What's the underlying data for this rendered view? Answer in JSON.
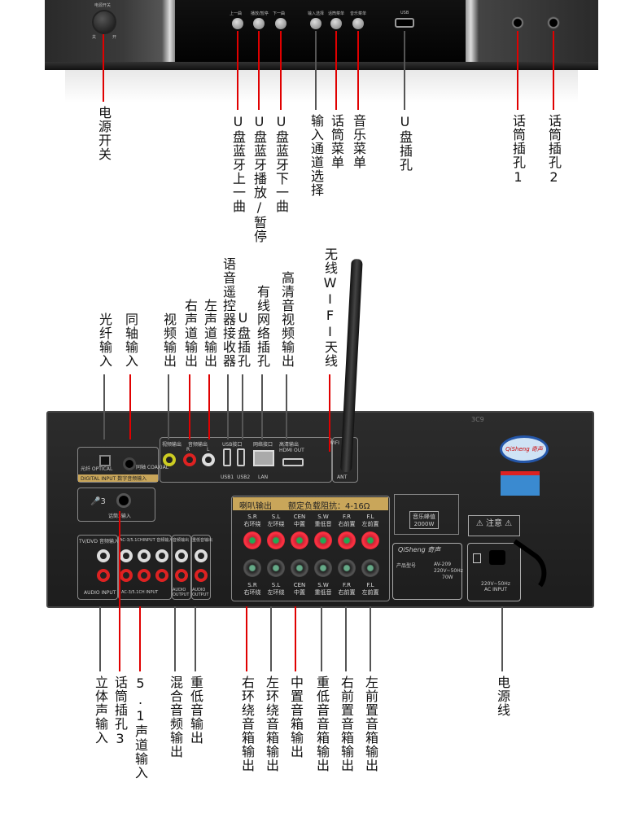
{
  "front_panel": {
    "power_label": "电源开关",
    "power_marks": [
      "关",
      "开"
    ],
    "button_labels": [
      "上一曲",
      "播放/暂停",
      "下一曲",
      "输入选择",
      "话筒菜单",
      "音乐菜单"
    ],
    "usb_label": "USB"
  },
  "top_callouts": [
    {
      "text": "电源开关",
      "color": "#e00000"
    },
    {
      "text": "U盘蓝牙上一曲",
      "color": "#e00000"
    },
    {
      "text": "U盘蓝牙播放/暂停",
      "color": "#e00000"
    },
    {
      "text": "U盘蓝牙下一曲",
      "color": "#e00000"
    },
    {
      "text": "输入通道选择",
      "color": "#555555"
    },
    {
      "text": "话筒菜单",
      "color": "#e00000"
    },
    {
      "text": "音乐菜单",
      "color": "#e00000"
    },
    {
      "text": "U盘插孔",
      "color": "#555555"
    },
    {
      "text": "话筒插孔1",
      "color": "#e00000"
    },
    {
      "text": "话筒插孔2",
      "color": "#e00000"
    }
  ],
  "middle_callouts": [
    {
      "text": "光纤输入",
      "color": "#555555"
    },
    {
      "text": "同轴输入",
      "color": "#e00000"
    },
    {
      "text": "视频输出",
      "color": "#555555"
    },
    {
      "text": "右声道输出",
      "color": "#e00000"
    },
    {
      "text": "左声道输出",
      "color": "#e00000"
    },
    {
      "text": "语音遥控器接收器",
      "color": "#555555"
    },
    {
      "text": "U盘插孔",
      "color": "#555555"
    },
    {
      "text": "有线网络插孔",
      "color": "#555555"
    },
    {
      "text": "高清音视频输出",
      "color": "#555555"
    },
    {
      "text": "无线WIFI天线",
      "color": "#e00000"
    }
  ],
  "bottom_callouts": [
    {
      "text": "立体声输入",
      "color": "#555555"
    },
    {
      "text": "话筒插孔3",
      "color": "#e00000"
    },
    {
      "text": "5.1声道输入",
      "color": "#e00000"
    },
    {
      "text": "混合音频输出",
      "color": "#555555"
    },
    {
      "text": "重低音输出",
      "color": "#555555"
    },
    {
      "text": "右环绕音箱输出",
      "color": "#e00000"
    },
    {
      "text": "左环绕音箱输出",
      "color": "#555555"
    },
    {
      "text": "中置音箱输出",
      "color": "#e00000"
    },
    {
      "text": "重低音音箱输出",
      "color": "#555555"
    },
    {
      "text": "右前置音箱输出",
      "color": "#555555"
    },
    {
      "text": "左前置音箱输出",
      "color": "#555555"
    },
    {
      "text": "电源线",
      "color": "#555555"
    }
  ],
  "rear_panel": {
    "optical": "光纤 OPTICAL",
    "coaxial": "同轴 COAXIAL",
    "digital_input": "DIGITAL INPUT 数字音频输入",
    "video_out": "视频输出",
    "audio_out": "音频输出",
    "r": "R",
    "l": "L",
    "usb_port": "USB接口",
    "usb1": "USB1",
    "usb2": "USB2",
    "network": "网络接口",
    "lan": "LAN",
    "hdmi": "高清输出 HDMI OUT",
    "wifi": "WIFI",
    "ant": "ANT",
    "mic3": "话筒3输入",
    "speaker_header": "喇叭输出",
    "impedance": "额定负载阻抗：4-16Ω",
    "channels": [
      {
        "code": "S.R",
        "name": "右环绕"
      },
      {
        "code": "S.L",
        "name": "左环绕"
      },
      {
        "code": "CEN",
        "name": "中置"
      },
      {
        "code": "S.W",
        "name": "重低音"
      },
      {
        "code": "F.R",
        "name": "右前置"
      },
      {
        "code": "F.L",
        "name": "左前置"
      }
    ],
    "tvdvd_header": "TV/DVD 音频输入",
    "ac3_header": "AC-3/5.1CHINPUT 音频输入",
    "mix_header": "音频输出",
    "sub_header": "重低音输出",
    "audio_input": "AUDIO INPUT",
    "ac3_input": "AC-3/5.1CH INPUT",
    "audio_output": "AUDIO OUTPUT",
    "peak_label": "音乐峰值",
    "peak_value": "2000W",
    "warning": "注意",
    "brand": "QiSheng 奇声",
    "model_label": "产品型号",
    "model": "AV-209",
    "voltage": "220V~50Hz",
    "power": "70W",
    "ac_input": "220V~50Hz AC INPUT",
    "serial": "3C9"
  }
}
